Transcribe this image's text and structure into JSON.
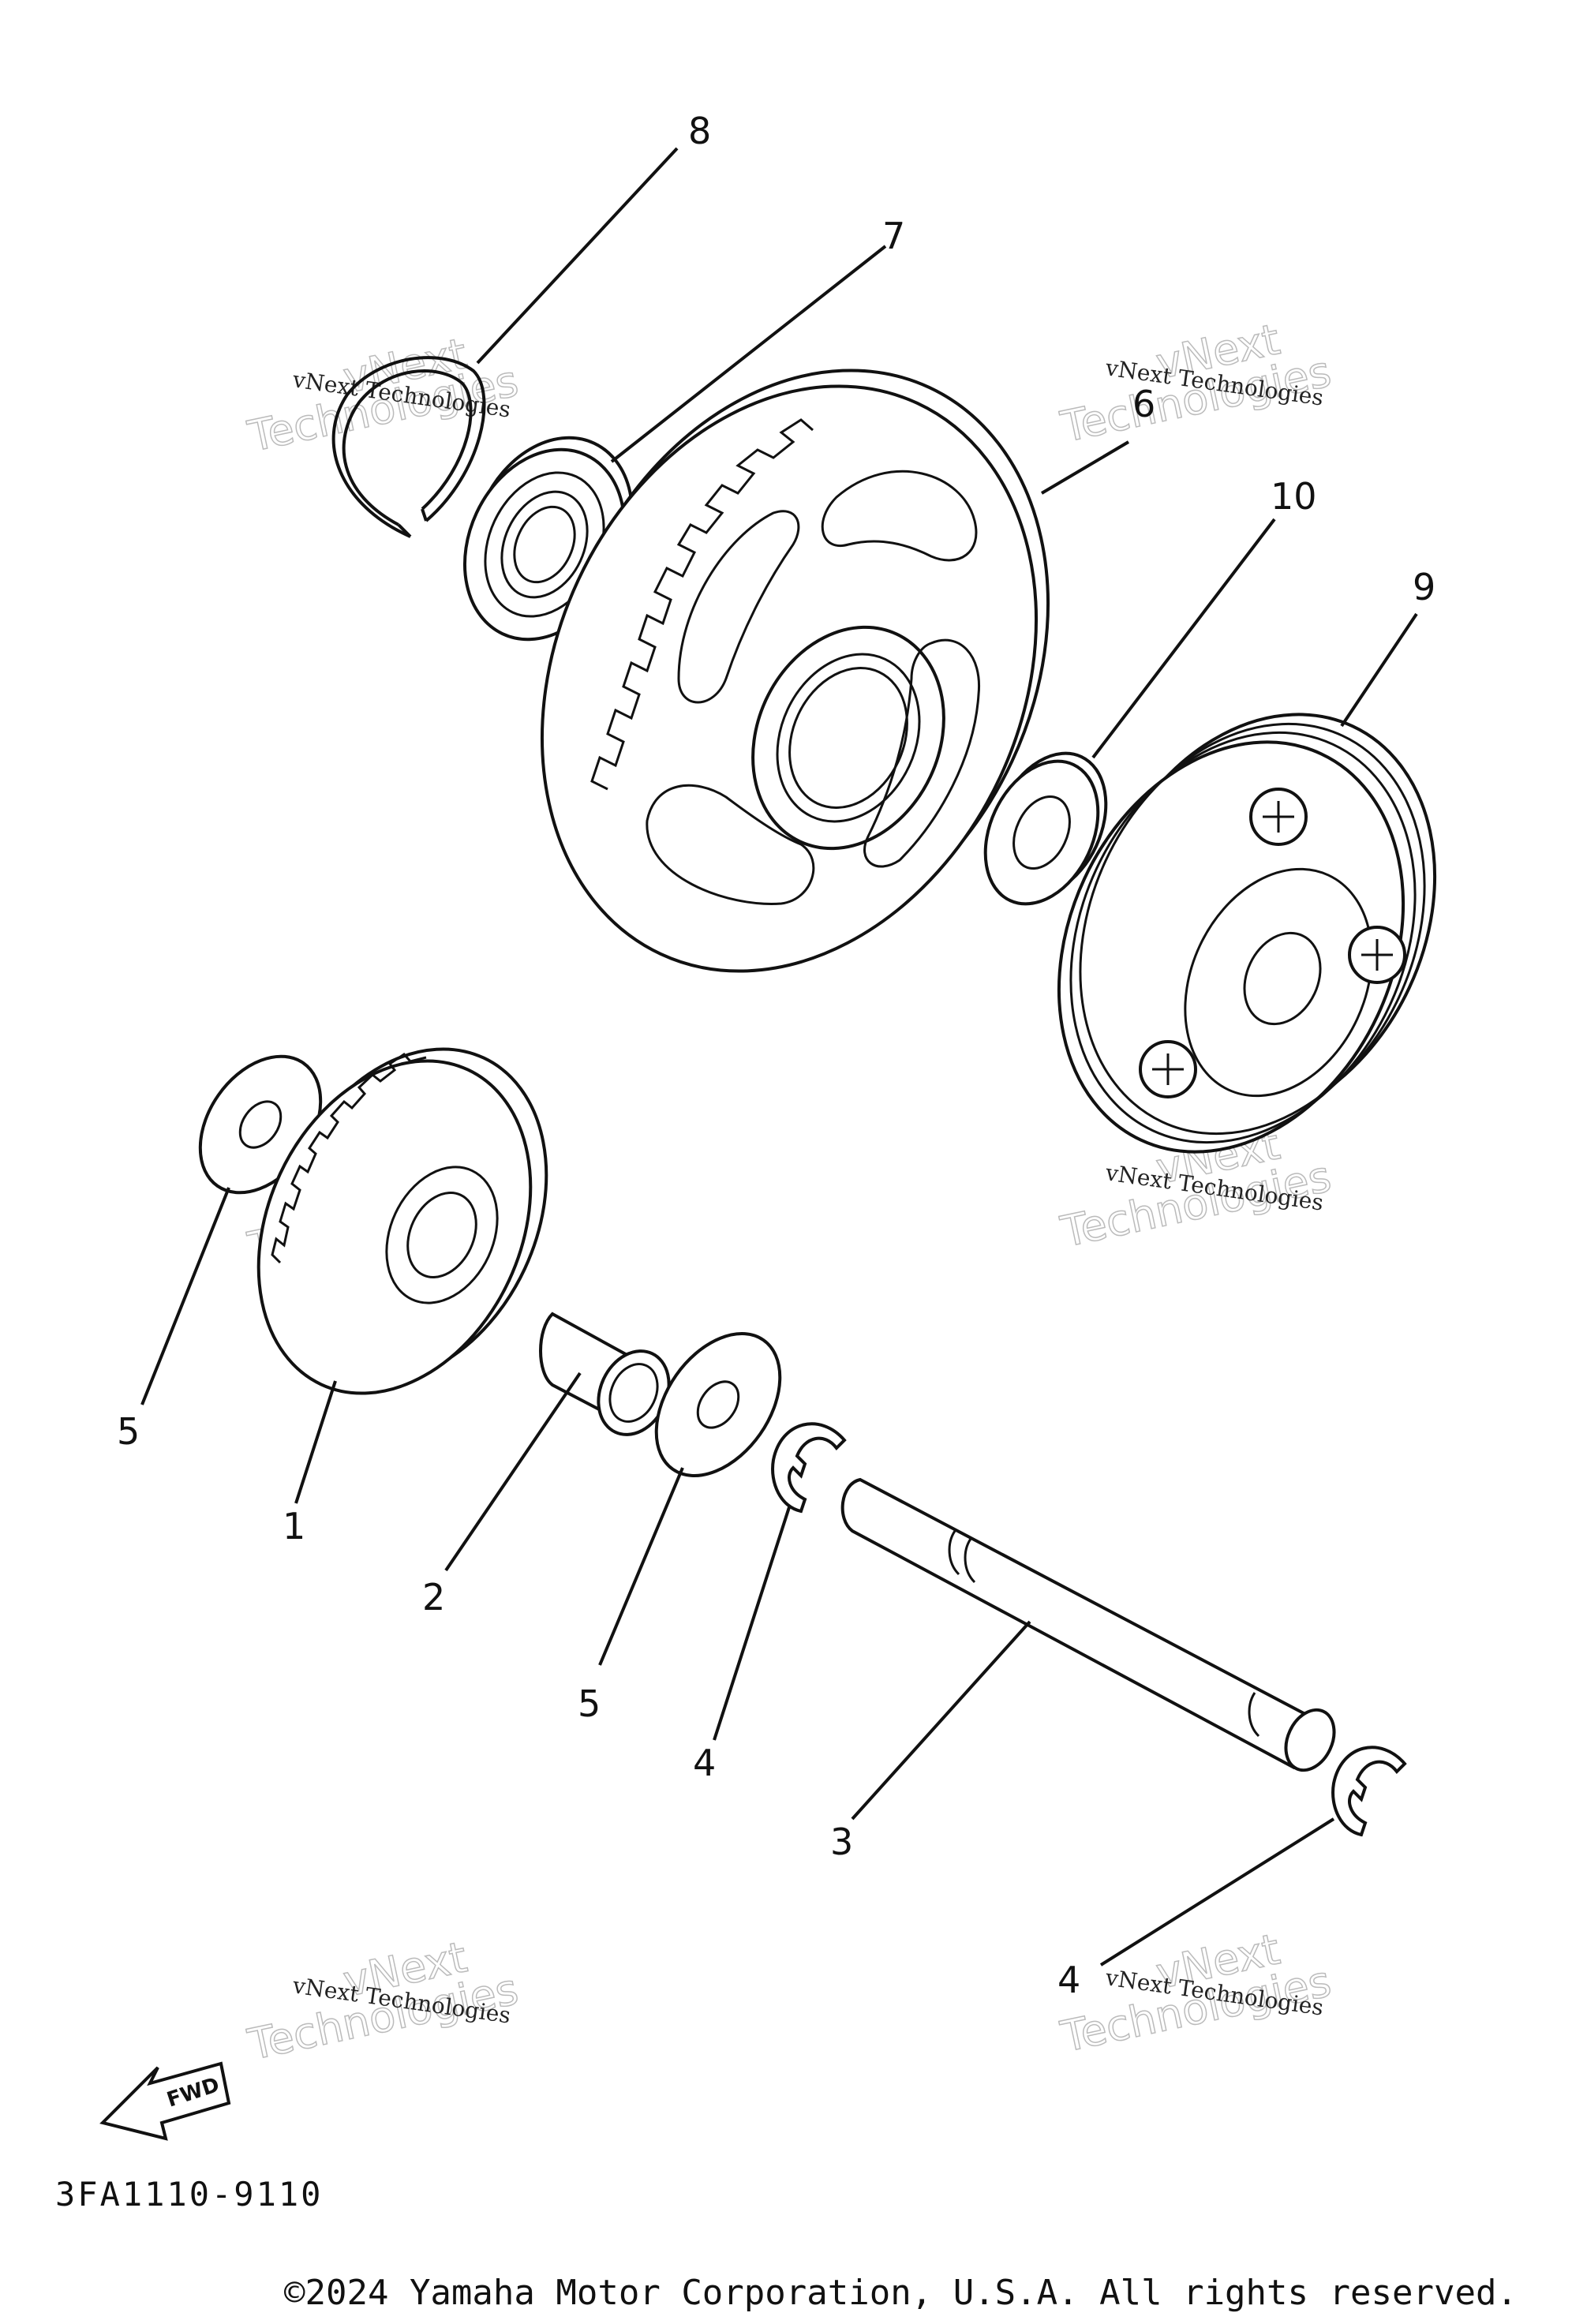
{
  "callouts": {
    "c8": "8",
    "c7": "7",
    "c6": "6",
    "c10": "10",
    "c9": "9",
    "c5a": "5",
    "c1": "1",
    "c2": "2",
    "c5b": "5",
    "c4a": "4",
    "c3": "3",
    "c4b": "4"
  },
  "fwd_label": "FWD",
  "diagram_code": "3FA1110-9110",
  "copyright": "©2024 Yamaha Motor Corporation, U.S.A. All rights reserved.",
  "watermark": {
    "line1": "vNext Technologies",
    "line2": "vNext",
    "line3": "Technologies"
  }
}
